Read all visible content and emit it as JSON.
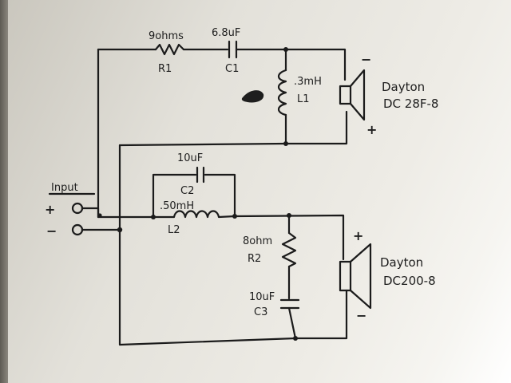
{
  "top": {
    "r1_value": "9ohms",
    "r1_name": "R1",
    "c1_value": "6.8uF",
    "c1_name": "C1",
    "l1_value": ".3mH",
    "l1_name": "L1",
    "speaker_brand": "Dayton",
    "speaker_model": "DC 28F-8",
    "minus": "−",
    "plus": "+"
  },
  "bottom": {
    "c2_value": "10uF",
    "c2_name": "C2",
    "l2_value": ".50mH",
    "l2_name": "L2",
    "r2_value": "8ohm",
    "r2_name": "R2",
    "c3_value": "10uF",
    "c3_name": "C3",
    "speaker_brand": "Dayton",
    "speaker_model": "DC200-8",
    "plus": "+",
    "minus": "−"
  },
  "input": {
    "label": "Input",
    "plus": "+",
    "minus": "−"
  }
}
